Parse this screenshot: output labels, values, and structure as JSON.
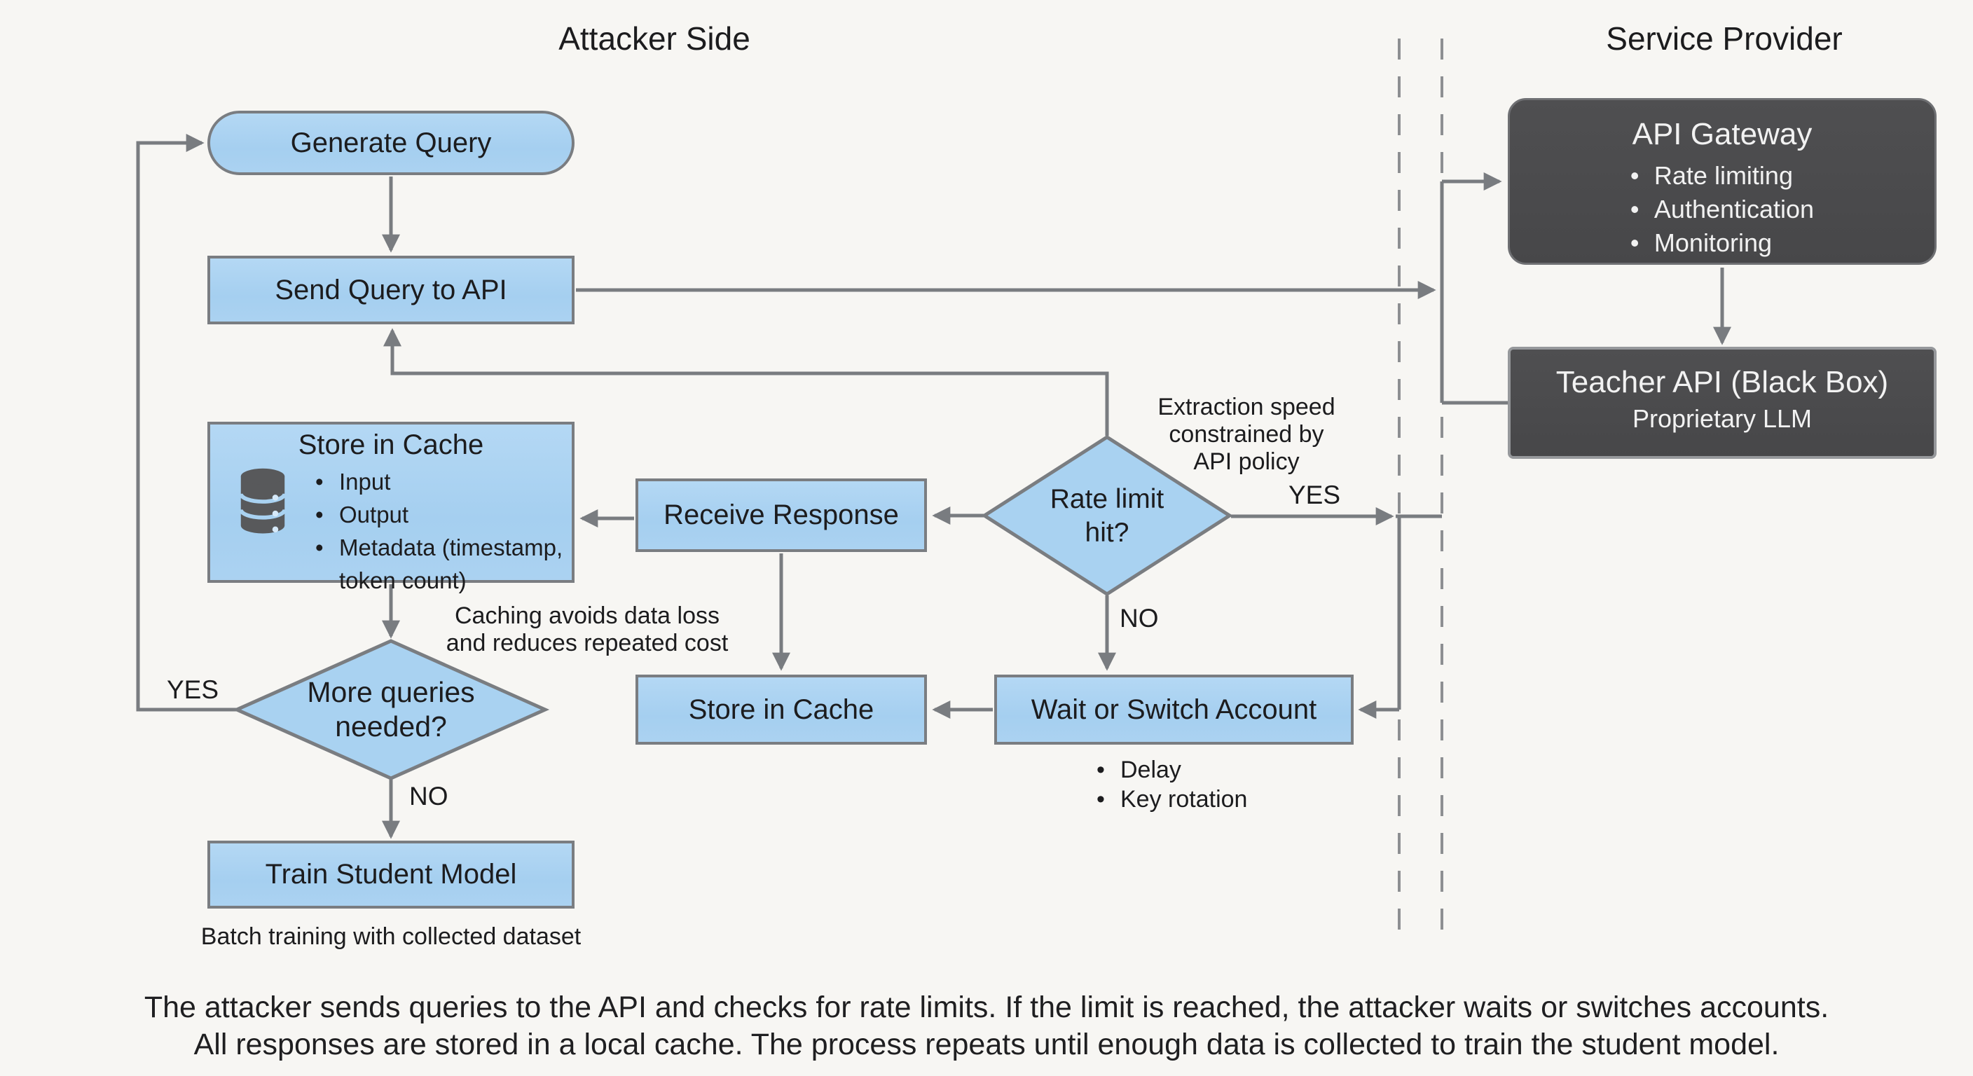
{
  "lanes": {
    "attacker_title": "Attacker Side",
    "provider_title": "Service Provider"
  },
  "nodes": {
    "generate_query": {
      "label": "Generate Query"
    },
    "send_query": {
      "label": "Send Query to API"
    },
    "store_cache_big": {
      "title": "Store in Cache",
      "bullets": [
        "Input",
        "Output",
        "Metadata (timestamp, token count)"
      ]
    },
    "receive_response": {
      "label": "Receive Response"
    },
    "rate_limit": {
      "lines": [
        "Rate limit",
        "hit?"
      ]
    },
    "store_cache_small": {
      "label": "Store in Cache"
    },
    "wait_switch": {
      "label": "Wait or Switch Account",
      "bullets": [
        "Delay",
        "Key rotation"
      ]
    },
    "more_queries": {
      "lines": [
        "More queries",
        "needed?"
      ]
    },
    "train_student": {
      "label": "Train Student Model",
      "note": "Batch training with collected dataset"
    },
    "api_gateway": {
      "title": "API Gateway",
      "bullets": [
        "Rate limiting",
        "Authentication",
        "Monitoring"
      ]
    },
    "teacher_api": {
      "title": "Teacher API (Black Box)",
      "subtitle": "Proprietary LLM"
    }
  },
  "edge_labels": {
    "rate_yes": "YES",
    "rate_no": "NO",
    "more_yes": "YES",
    "more_no": "NO"
  },
  "annotations": {
    "extraction_lines": [
      "Extraction speed",
      "constrained by",
      "API policy"
    ],
    "caching_lines": [
      "Caching avoids data loss",
      "and reduces repeated cost"
    ]
  },
  "caption_lines": [
    "The attacker sends queries to the API and checks for rate limits. If the limit is reached, the attacker waits or switches accounts.",
    "All responses are stored in a local cache. The process repeats until enough data is collected to train the student model."
  ],
  "icons": {
    "store_cache_icon": "database-icon"
  },
  "colors": {
    "node_fill": "#a9d2f1",
    "node_border": "#7a7d81",
    "dark_fill": "#4b4b4d",
    "connector": "#797c80",
    "background": "#f7f6f3",
    "text": "#1c1c1e",
    "dark_text": "#f2f2f2"
  }
}
